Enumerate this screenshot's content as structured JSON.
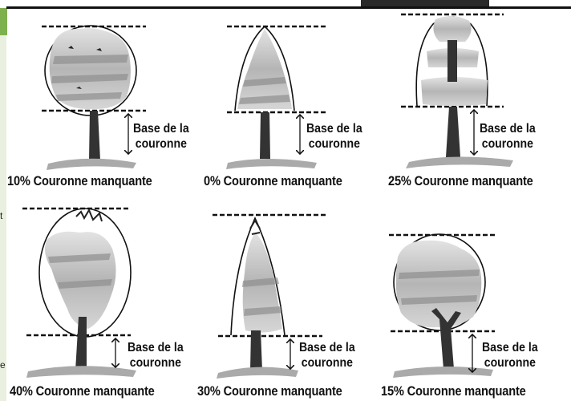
{
  "panels": [
    {
      "caption": "10% Couronne manquante",
      "base_line1": "Base de la",
      "base_line2": "couronne",
      "crown_shape": "oval"
    },
    {
      "caption": "0% Couronne manquante",
      "base_line1": "Base de la",
      "base_line2": "couronne",
      "crown_shape": "cone"
    },
    {
      "caption": "25% Couronne manquante",
      "base_line1": "Base de la",
      "base_line2": "couronne",
      "crown_shape": "tall-oval"
    },
    {
      "caption": "40% Couronne manquante",
      "base_line1": "Base de la",
      "base_line2": "couronne",
      "crown_shape": "oval"
    },
    {
      "caption": "30% Couronne manquante",
      "base_line1": "Base de la",
      "base_line2": "couronne",
      "crown_shape": "spire"
    },
    {
      "caption": "15% Couronne manquante",
      "base_line1": "Base de la",
      "base_line2": "couronne",
      "crown_shape": "round"
    }
  ],
  "edge_fragments": [
    "t",
    "e"
  ],
  "colors": {
    "accent": "#7fb04e",
    "ink": "#111111",
    "foliage_light": "#cfcfcf",
    "foliage_dark": "#8a8a8a"
  }
}
